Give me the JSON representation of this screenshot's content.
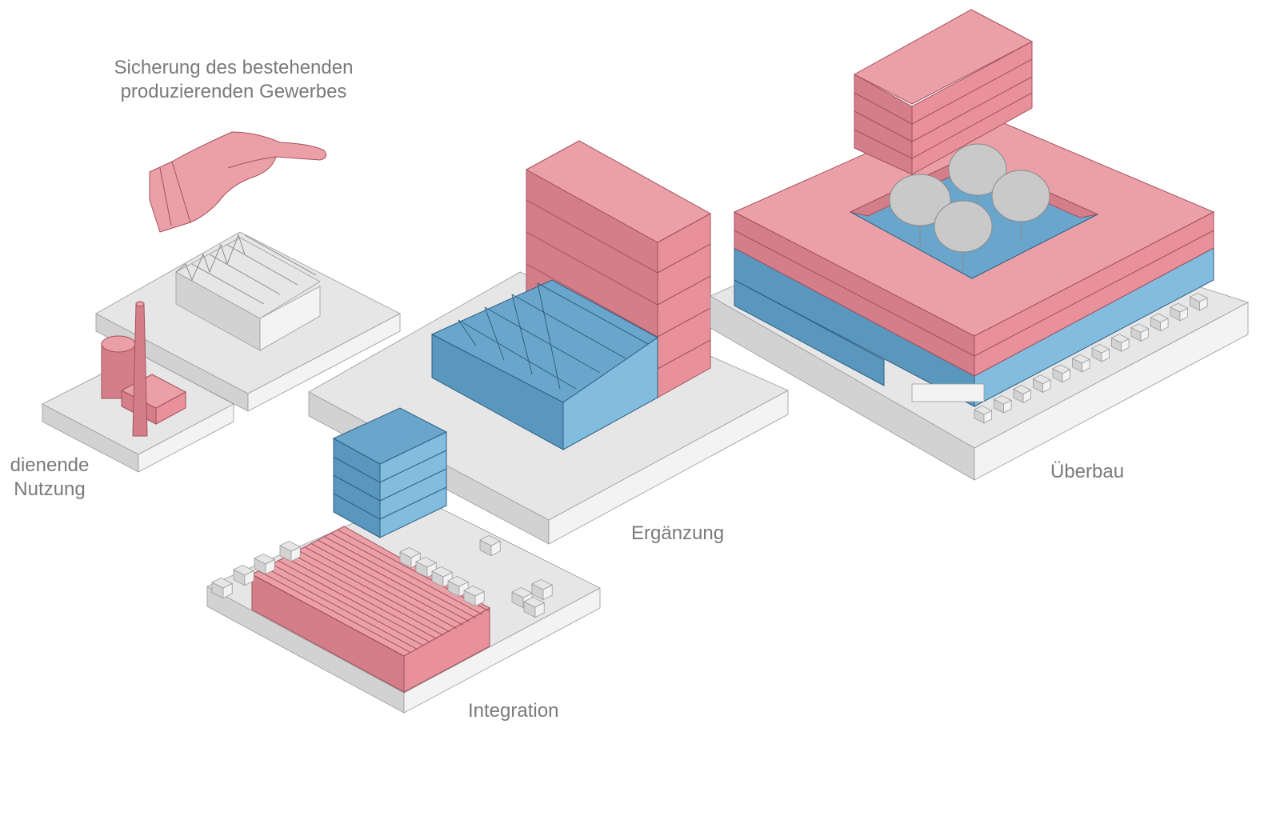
{
  "labels": {
    "title_line1": "Sicherung des bestehenden",
    "title_line2": "produzierenden Gewerbes",
    "dienende_line1": "dienende",
    "dienende_line2": "Nutzung",
    "ergaenzung": "Ergänzung",
    "integration": "Integration",
    "ueberbau": "Überbau"
  },
  "colors": {
    "pink": "#eba0a8",
    "blue": "#6aa6cc",
    "gray": "#e6e6e6",
    "text": "#7a7a7a"
  }
}
